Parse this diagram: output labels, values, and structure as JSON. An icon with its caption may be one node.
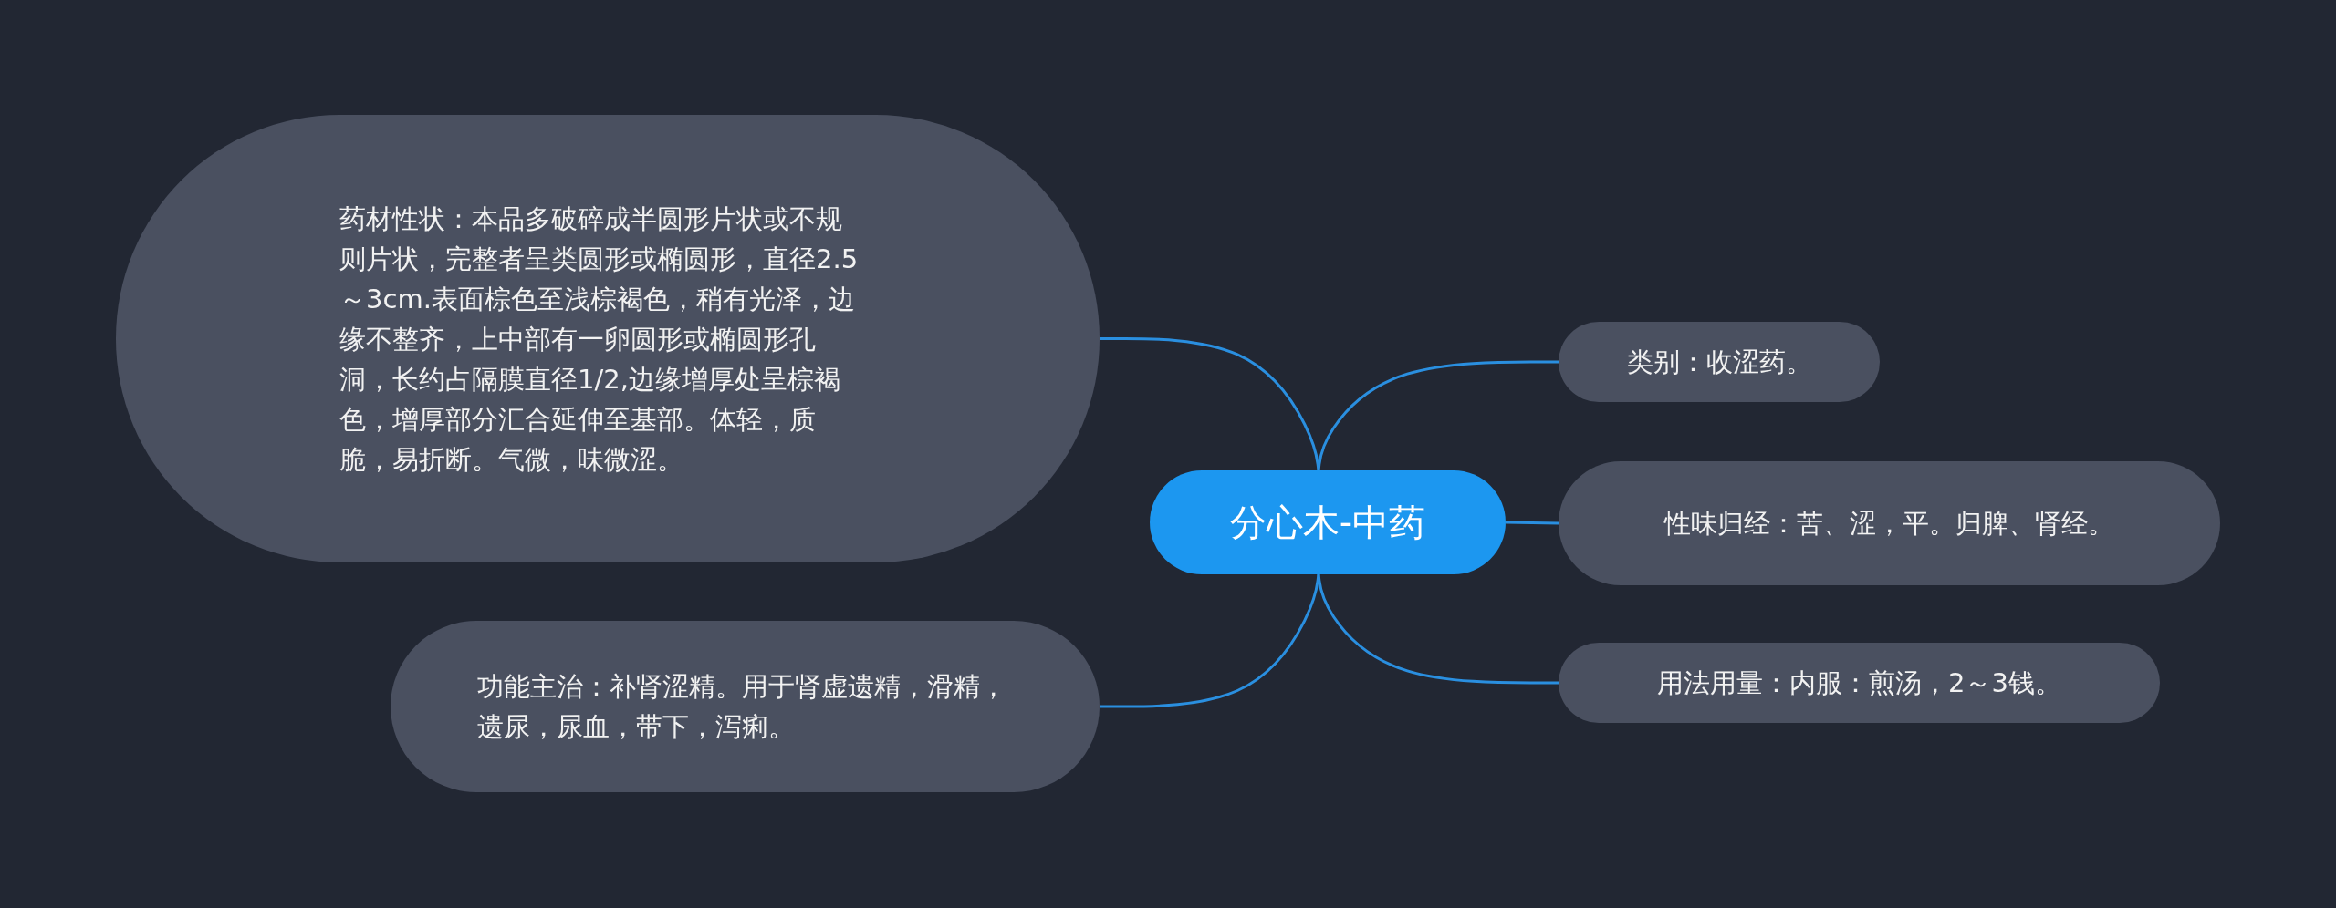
{
  "diagram": {
    "nodes": [
      {
        "text": [
          "分心木-中药"
        ]
      },
      {
        "text": [
          "药材性状：本品多破碎成半圆形片状或不规则片状，完整者呈类圆形或椭圆形，直径2.5～3cm.表面棕色至浅棕褐色，稍有光泽，边缘不整齐，上中部有一卵圆形或椭圆形孔洞，长约占隔膜直径1/2,边缘增厚处呈棕褐色，增厚部分汇合延伸至基部。体轻，质脆，易折断。气微，味微涩。"
        ]
      },
      {
        "text": [
          "功能主治：补肾涩精。用于肾虚遗精，滑精，遗尿，尿血，带下，泻痢。"
        ]
      },
      {
        "text": [
          "类别：收涩药。"
        ]
      },
      {
        "text": [
          "性味归经：苦、涩，平。归脾、肾经。"
        ]
      },
      {
        "text": [
          "用法用量：内服：煎汤，2～3钱。"
        ]
      }
    ],
    "edges": [
      {
        "from": 0,
        "to": 1,
        "arrow": "none"
      },
      {
        "from": 0,
        "to": 2,
        "arrow": "none"
      },
      {
        "from": 0,
        "to": 3,
        "arrow": "none"
      },
      {
        "from": 0,
        "to": 4,
        "arrow": "none"
      },
      {
        "from": 0,
        "to": 5,
        "arrow": "none"
      }
    ]
  }
}
